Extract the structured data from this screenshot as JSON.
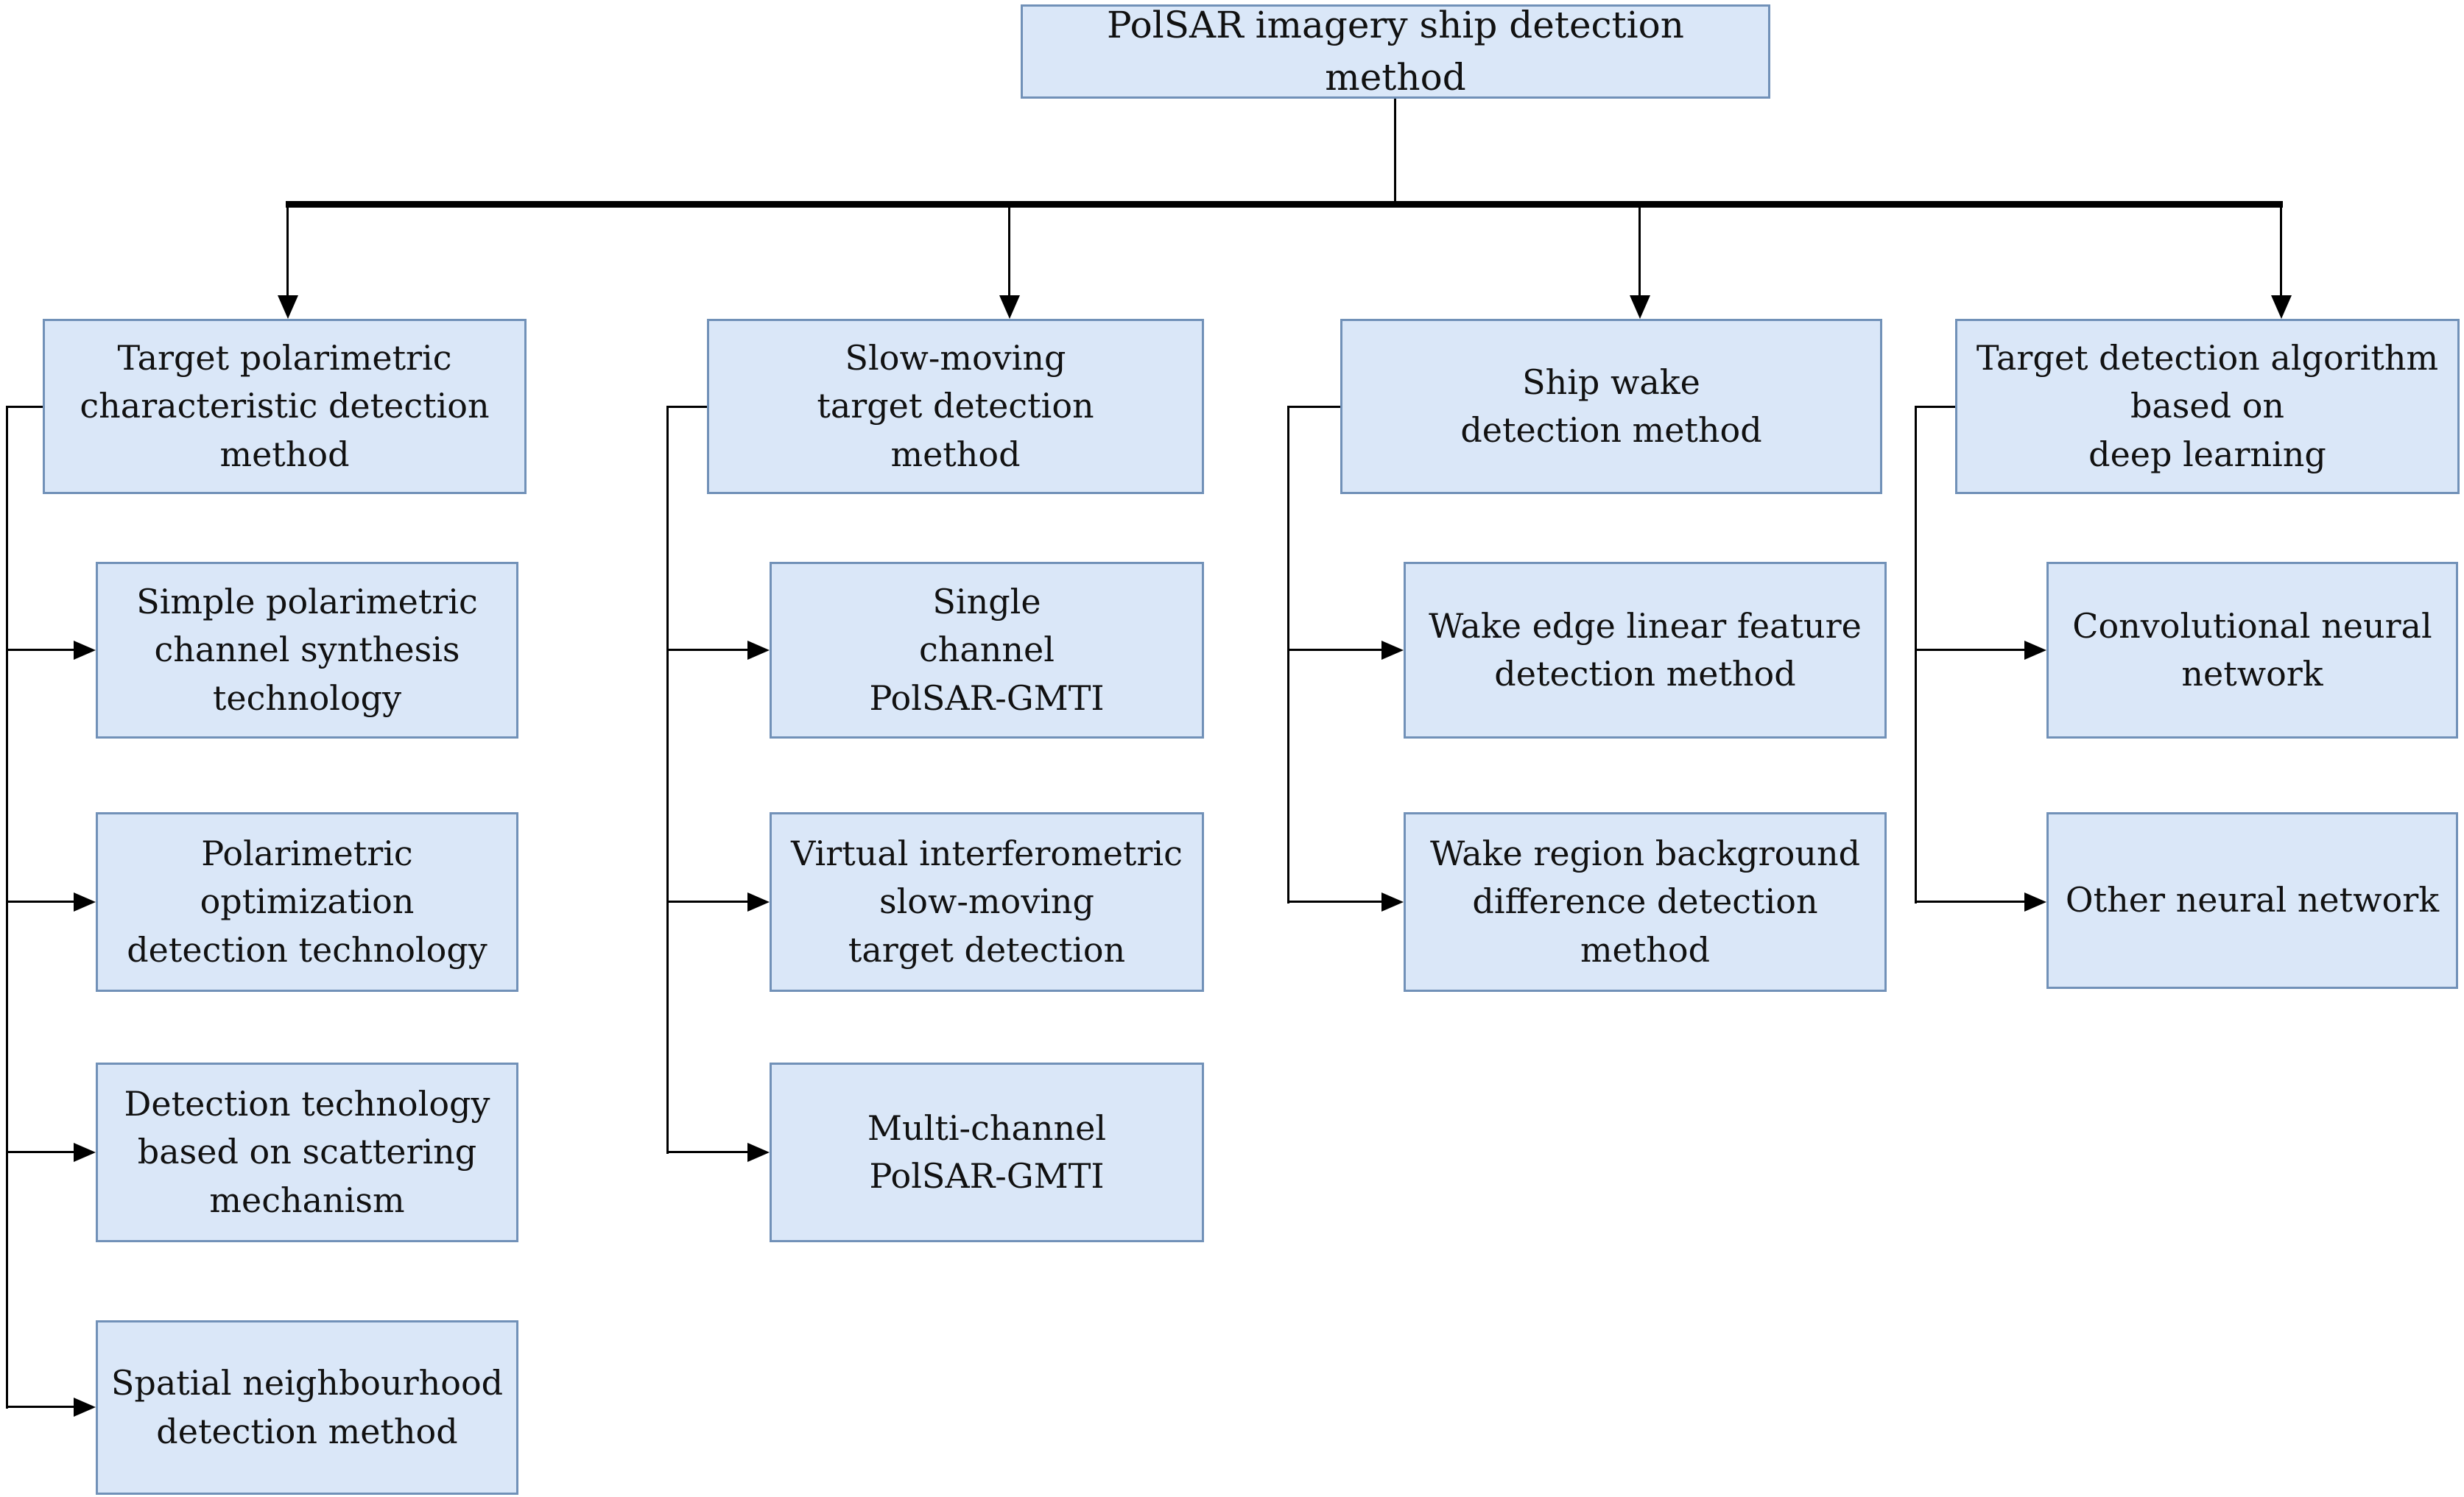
{
  "root": {
    "label": "PolSAR imagery ship detection method"
  },
  "columns": [
    {
      "header": {
        "label": "Target polarimetric\ncharacteristic detection\nmethod"
      },
      "children": [
        {
          "label": "Simple polarimetric\nchannel synthesis\ntechnology"
        },
        {
          "label": "Polarimetric\noptimization\ndetection technology"
        },
        {
          "label": "Detection technology\nbased on scattering\nmechanism"
        },
        {
          "label": "Spatial neighbourhood\ndetection method"
        }
      ]
    },
    {
      "header": {
        "label": "Slow-moving\ntarget detection\nmethod"
      },
      "children": [
        {
          "label": "Single\nchannel\nPolSAR-GMTI"
        },
        {
          "label": "Virtual interferometric\nslow-moving\ntarget detection"
        },
        {
          "label": "Multi-channel\nPolSAR-GMTI"
        }
      ]
    },
    {
      "header": {
        "label": "Ship wake\ndetection method"
      },
      "children": [
        {
          "label": "Wake edge linear feature\ndetection method"
        },
        {
          "label": "Wake region background\ndifference detection\nmethod"
        }
      ]
    },
    {
      "header": {
        "label": "Target detection algorithm\nbased on\ndeep learning"
      },
      "children": [
        {
          "label": "Convolutional neural\nnetwork"
        },
        {
          "label": "Other neural network"
        }
      ]
    }
  ],
  "colors": {
    "box_fill": "#dae7f8",
    "box_border": "#7191b8",
    "line": "#000000"
  }
}
